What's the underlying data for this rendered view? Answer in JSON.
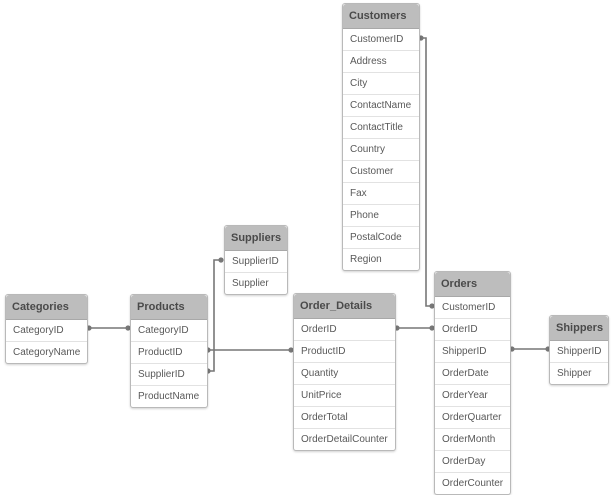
{
  "tables": {
    "customers": {
      "title": "Customers",
      "fields": [
        "CustomerID",
        "Address",
        "City",
        "ContactName",
        "ContactTitle",
        "Country",
        "Customer",
        "Fax",
        "Phone",
        "PostalCode",
        "Region"
      ]
    },
    "suppliers": {
      "title": "Suppliers",
      "fields": [
        "SupplierID",
        "Supplier"
      ]
    },
    "categories": {
      "title": "Categories",
      "fields": [
        "CategoryID",
        "CategoryName"
      ]
    },
    "products": {
      "title": "Products",
      "fields": [
        "CategoryID",
        "ProductID",
        "SupplierID",
        "ProductName"
      ]
    },
    "order_details": {
      "title": "Order_Details",
      "fields": [
        "OrderID",
        "ProductID",
        "Quantity",
        "UnitPrice",
        "OrderTotal",
        "OrderDetailCounter"
      ]
    },
    "orders": {
      "title": "Orders",
      "fields": [
        "CustomerID",
        "OrderID",
        "ShipperID",
        "OrderDate",
        "OrderYear",
        "OrderQuarter",
        "OrderMonth",
        "OrderDay",
        "OrderCounter"
      ]
    },
    "shippers": {
      "title": "Shippers",
      "fields": [
        "ShipperID",
        "Shipper"
      ]
    }
  },
  "associations": [
    {
      "from": "categories.CategoryID",
      "to": "products.CategoryID"
    },
    {
      "from": "products.ProductID",
      "to": "order_details.ProductID"
    },
    {
      "from": "products.SupplierID",
      "to": "suppliers.SupplierID"
    },
    {
      "from": "order_details.OrderID",
      "to": "orders.OrderID"
    },
    {
      "from": "orders.CustomerID",
      "to": "customers.CustomerID"
    },
    {
      "from": "orders.ShipperID",
      "to": "shippers.ShipperID"
    }
  ],
  "colors": {
    "header": "#bdbdbd",
    "border": "#b9b9b9",
    "link": "#777777",
    "text": "#595959"
  }
}
